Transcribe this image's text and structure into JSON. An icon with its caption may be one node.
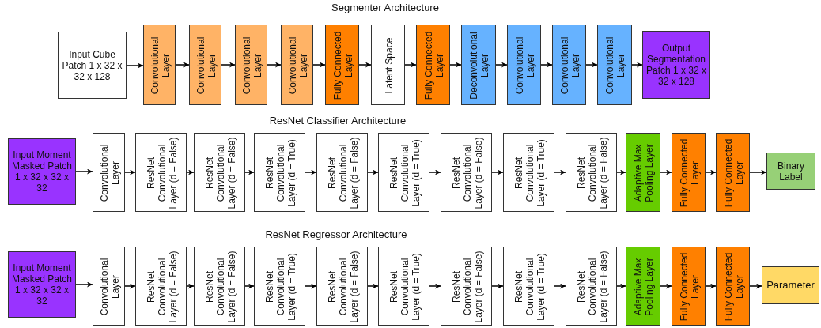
{
  "diagram": {
    "nodes": [
      {
        "text": [
          "Input Cube Patch 1 x 32 x 32 x 128"
        ]
      },
      {
        "text": [
          "Convolutional Layer"
        ]
      },
      {
        "text": [
          "Convolutional Layer"
        ]
      },
      {
        "text": [
          "Convolutional Layer"
        ]
      },
      {
        "text": [
          "Convolutional Layer"
        ]
      },
      {
        "text": [
          "Fully Connected Layer"
        ]
      },
      {
        "text": [
          "Latent Space"
        ]
      },
      {
        "text": [
          "Fully Connected Layer"
        ]
      },
      {
        "text": [
          "Deconvolutional Layer"
        ]
      },
      {
        "text": [
          "Convolutional Layer"
        ]
      },
      {
        "text": [
          "Convolutional Layer"
        ]
      },
      {
        "text": [
          "Convolutional Layer"
        ]
      },
      {
        "text": [
          "Output Segmentation Patch 1 x 32 x 32 x 128"
        ]
      },
      {
        "text": [
          "Input Moment Masked Patch 1 x 32 x 32 x 32"
        ]
      },
      {
        "text": [
          "Convolutional Layer"
        ]
      },
      {
        "text": [
          "ResNet Convolutional Layer (d = False)"
        ]
      },
      {
        "text": [
          "ResNet Convolutional Layer (d = False)"
        ]
      },
      {
        "text": [
          "ResNet Convolutional Layer (d = True)"
        ]
      },
      {
        "text": [
          "ResNet Convolutional Layer (d = False)"
        ]
      },
      {
        "text": [
          "ResNet Convolutional Layer (d = True)"
        ]
      },
      {
        "text": [
          "ResNet Convolutional Layer (d = False)"
        ]
      },
      {
        "text": [
          "ResNet Convolutional Layer (d = True)"
        ]
      },
      {
        "text": [
          "ResNet Convolutional Layer (d = False)"
        ]
      },
      {
        "text": [
          "Adaptive Max Pooling Layer"
        ]
      },
      {
        "text": [
          "Fully Connected Layer"
        ]
      },
      {
        "text": [
          "Fully Connected Layer"
        ]
      },
      {
        "text": [
          "Binary Label"
        ]
      },
      {
        "text": [
          "Input Moment Masked Patch 1 x 32 x 32 x 32"
        ]
      },
      {
        "text": [
          "Convolutional Layer"
        ]
      },
      {
        "text": [
          "ResNet Convolutional Layer (d = False)"
        ]
      },
      {
        "text": [
          "ResNet Convolutional Layer (d = False)"
        ]
      },
      {
        "text": [
          "ResNet Convolutional Layer (d = True)"
        ]
      },
      {
        "text": [
          "ResNet Convolutional Layer (d = False)"
        ]
      },
      {
        "text": [
          "ResNet Convolutional Layer (d = True)"
        ]
      },
      {
        "text": [
          "ResNet Convolutional Layer (d = False)"
        ]
      },
      {
        "text": [
          "ResNet Convolutional Layer (d = True)"
        ]
      },
      {
        "text": [
          "ResNet Convolutional Layer (d = False)"
        ]
      },
      {
        "text": [
          "Adaptive Max Pooling Layer"
        ]
      },
      {
        "text": [
          "Fully Connected Layer"
        ]
      },
      {
        "text": [
          "Fully Connected Layer"
        ]
      },
      {
        "text": [
          "Parameter"
        ]
      }
    ],
    "edges": [
      {
        "from": 0,
        "to": 1,
        "arrow": "to"
      },
      {
        "from": 1,
        "to": 2,
        "arrow": "to"
      },
      {
        "from": 2,
        "to": 3,
        "arrow": "to"
      },
      {
        "from": 3,
        "to": 4,
        "arrow": "to"
      },
      {
        "from": 4,
        "to": 5,
        "arrow": "to"
      },
      {
        "from": 5,
        "to": 6,
        "arrow": "to"
      },
      {
        "from": 6,
        "to": 7,
        "arrow": "to"
      },
      {
        "from": 7,
        "to": 8,
        "arrow": "to"
      },
      {
        "from": 8,
        "to": 9,
        "arrow": "to"
      },
      {
        "from": 9,
        "to": 10,
        "arrow": "to"
      },
      {
        "from": 10,
        "to": 11,
        "arrow": "to"
      },
      {
        "from": 11,
        "to": 12,
        "arrow": "to"
      },
      {
        "from": 13,
        "to": 14,
        "arrow": "to"
      },
      {
        "from": 14,
        "to": 15,
        "arrow": "to"
      },
      {
        "from": 15,
        "to": 16,
        "arrow": "to"
      },
      {
        "from": 16,
        "to": 17,
        "arrow": "to"
      },
      {
        "from": 17,
        "to": 18,
        "arrow": "to"
      },
      {
        "from": 18,
        "to": 19,
        "arrow": "to"
      },
      {
        "from": 19,
        "to": 20,
        "arrow": "to"
      },
      {
        "from": 20,
        "to": 21,
        "arrow": "to"
      },
      {
        "from": 21,
        "to": 22,
        "arrow": "to"
      },
      {
        "from": 22,
        "to": 23,
        "arrow": "to"
      },
      {
        "from": 23,
        "to": 24,
        "arrow": "to"
      },
      {
        "from": 24,
        "to": 25,
        "arrow": "to"
      },
      {
        "from": 25,
        "to": 26,
        "arrow": "to"
      },
      {
        "from": 27,
        "to": 28,
        "arrow": "to"
      },
      {
        "from": 28,
        "to": 29,
        "arrow": "to"
      },
      {
        "from": 29,
        "to": 30,
        "arrow": "to"
      },
      {
        "from": 30,
        "to": 31,
        "arrow": "to"
      },
      {
        "from": 31,
        "to": 32,
        "arrow": "to"
      },
      {
        "from": 32,
        "to": 33,
        "arrow": "to"
      },
      {
        "from": 33,
        "to": 34,
        "arrow": "to"
      },
      {
        "from": 34,
        "to": 35,
        "arrow": "to"
      },
      {
        "from": 35,
        "to": 36,
        "arrow": "to"
      },
      {
        "from": 36,
        "to": 37,
        "arrow": "to"
      },
      {
        "from": 37,
        "to": 38,
        "arrow": "to"
      },
      {
        "from": 38,
        "to": 39,
        "arrow": "to"
      },
      {
        "from": 39,
        "to": 40,
        "arrow": "to"
      }
    ],
    "labels": [
      "Segmenter Architecture",
      "ResNet Classifier Architecture",
      "ResNet Regressor Architecture"
    ]
  }
}
